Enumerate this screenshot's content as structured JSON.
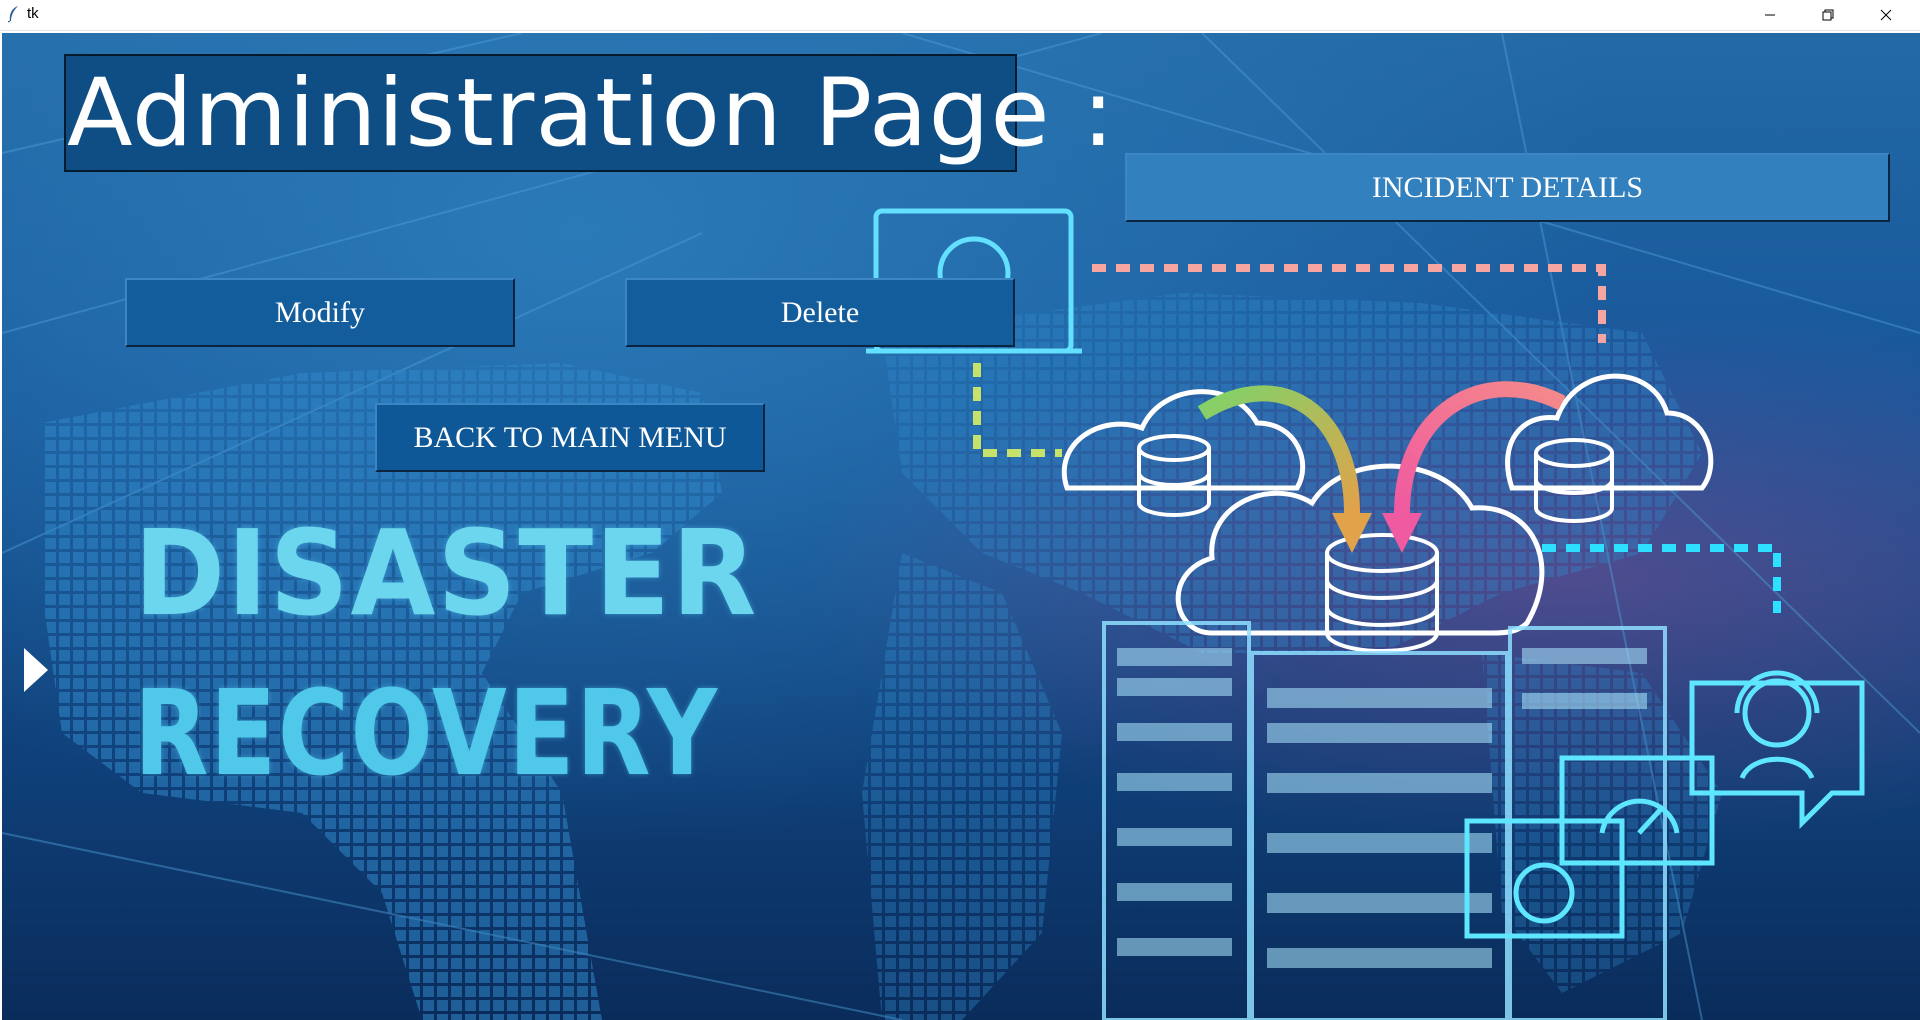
{
  "window": {
    "title": "tk",
    "icon": "feather-icon",
    "controls": [
      "minimize-icon",
      "restore-icon",
      "close-icon"
    ]
  },
  "page": {
    "heading": "Administration Page :",
    "buttons": {
      "incident_details": "INCIDENT DETAILS",
      "modify": "Modify",
      "delete": "Delete",
      "back": "BACK TO MAIN MENU"
    },
    "banner": {
      "line1": "DISASTER",
      "line2": "RECOVERY"
    }
  },
  "colors": {
    "heading_bg": "#0f4e84",
    "button_bg": "#135d9c",
    "incident_button_bg": "#3280be",
    "banner_text": "#6cd6ef"
  }
}
